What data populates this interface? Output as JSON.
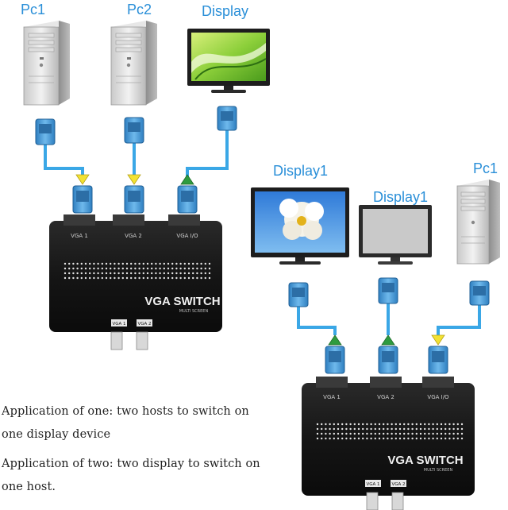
{
  "labels": {
    "pc1_top": "Pc1",
    "pc2_top": "Pc2",
    "display_top": "Display",
    "display1_left": "Display1",
    "display1_right": "Display1",
    "pc1_right": "Pc1"
  },
  "switch_top": {
    "title": "VGA SWITCH",
    "subtitle": "MULTI SCREEN",
    "ports": [
      "VGA 1",
      "VGA 2",
      "VGA I/O"
    ],
    "buttons": [
      "VGA 1",
      "VGA 2"
    ]
  },
  "switch_bottom": {
    "title": "VGA SWITCH",
    "subtitle": "MULTI SCREEN",
    "ports": [
      "VGA 1",
      "VGA 2",
      "VGA I/O"
    ],
    "buttons": [
      "VGA 1",
      "VGA 2"
    ]
  },
  "captions": [
    "Application of one: two hosts to switch on",
    "one display device",
    "Application of two: two display to switch on",
    "one host."
  ],
  "colors": {
    "label": "#2a8fd8",
    "cable": "#3aa7e6",
    "connector": "#3f94d2",
    "arrow_input": "#f2e233",
    "arrow_output": "#2e9b3f",
    "switch_body": "#1b1b1b"
  }
}
